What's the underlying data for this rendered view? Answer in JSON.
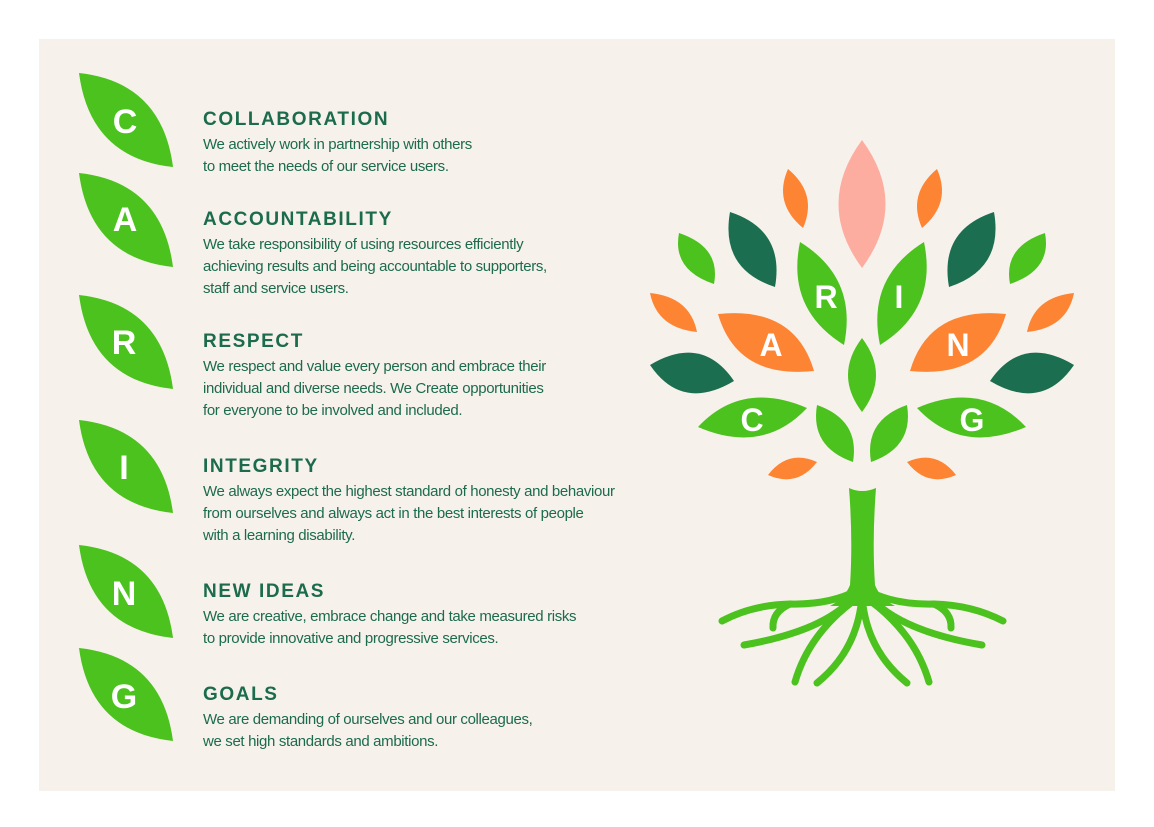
{
  "colors": {
    "background": "#f7f1ec",
    "text": "#1b6b4c",
    "leaf_green": "#4cc21e",
    "leaf_dark_green": "#1b6e50",
    "leaf_orange": "#fd8433",
    "leaf_pink": "#fdaca0"
  },
  "values": [
    {
      "letter": "C",
      "title": "COLLABORATION",
      "text": "We actively work in partnership with others\nto meet the needs of our service users."
    },
    {
      "letter": "A",
      "title": "ACCOUNTABILITY",
      "text": "We take responsibility of using resources efficiently\nachieving results and being accountable to supporters,\nstaff and service users."
    },
    {
      "letter": "R",
      "title": "RESPECT",
      "text": "We respect and value every person and embrace their\nindividual and diverse needs. We Create opportunities\nfor everyone to be involved and included."
    },
    {
      "letter": "I",
      "title": "INTEGRITY",
      "text": "We always expect the highest standard of honesty and behaviour\nfrom ourselves and always act in the best interests of people\nwith a learning disability."
    },
    {
      "letter": "N",
      "title": "NEW IDEAS",
      "text": "We are creative, embrace change and take measured risks\nto provide innovative and progressive services."
    },
    {
      "letter": "G",
      "title": "GOALS",
      "text": "We are demanding of ourselves and our colleagues,\nwe set high standards and ambitions."
    }
  ],
  "tree": {
    "word": "CARING",
    "letters": {
      "c": "C",
      "a": "A",
      "r": "R",
      "i": "I",
      "n": "N",
      "g": "G"
    }
  }
}
